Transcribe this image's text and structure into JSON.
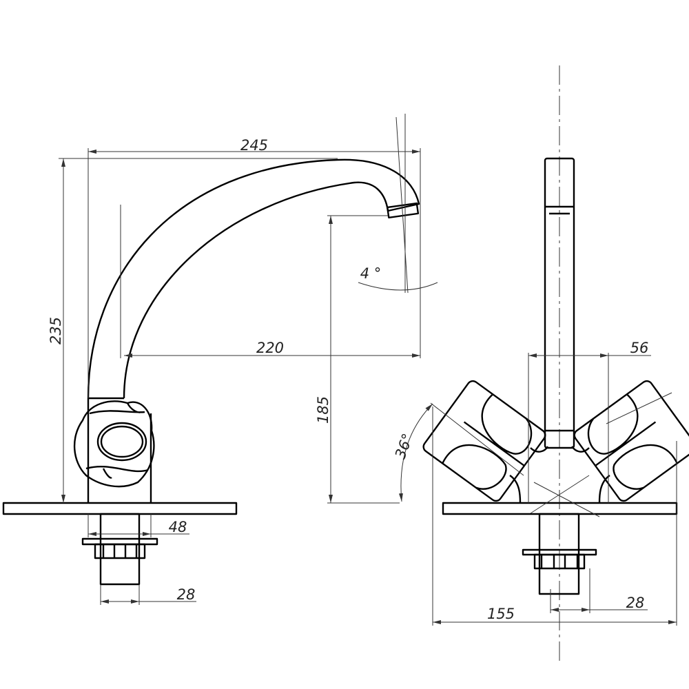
{
  "colors": {
    "line": "#000000",
    "background": "#ffffff"
  },
  "dimensions": {
    "overall_length": "245",
    "overall_height": "235",
    "spout_reach": "220",
    "spout_angle": "4 °",
    "spout_height": "185",
    "body_width": "48",
    "stem_width_left": "28",
    "handle_angle": "36°",
    "handle_spacing": "56",
    "overall_width": "155",
    "stem_width_right": "28"
  }
}
